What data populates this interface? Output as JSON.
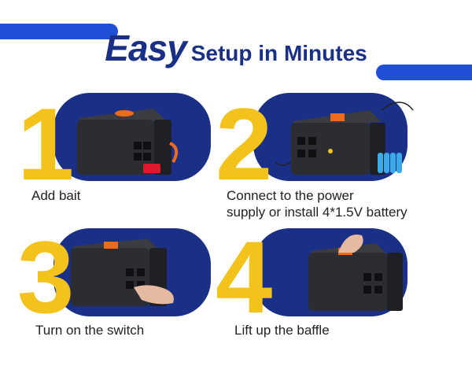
{
  "header": {
    "title_big": "Easy",
    "title_rest": "Setup in Minutes"
  },
  "colors": {
    "accent_blue": "#1f4fd6",
    "navy": "#1a2f86",
    "numeral_yellow": "#f3c21b",
    "device_dark": "#2b2d31",
    "orange": "#f06a1c"
  },
  "steps": [
    {
      "number": "1",
      "caption_lines": [
        "Add bait"
      ]
    },
    {
      "number": "2",
      "caption_lines": [
        "Connect to the power",
        "supply or install 4*1.5V battery"
      ]
    },
    {
      "number": "3",
      "caption_lines": [
        "Turn on the switch"
      ]
    },
    {
      "number": "4",
      "caption_lines": [
        "Lift up the baffle"
      ]
    }
  ]
}
